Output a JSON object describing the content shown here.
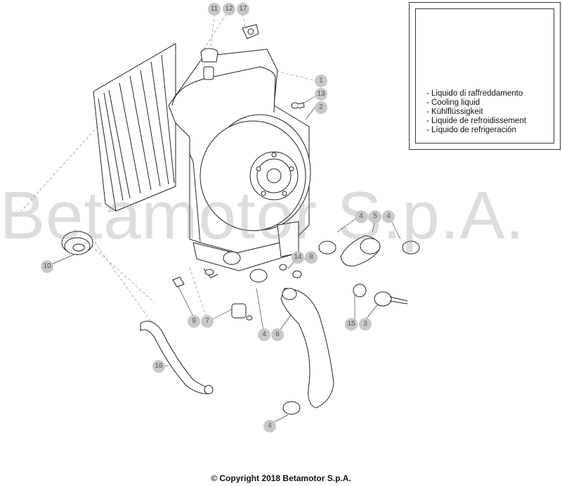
{
  "watermark": "Betamotor S.p.A.",
  "legend": {
    "items": [
      "- Liquido di raffreddamento",
      "- Cooling liquid",
      "- Kühlflüssigkeit",
      "- Liquide de refroidissement",
      "- Líquido de refrigeración"
    ]
  },
  "copyright": "© Copyright 2018 Betamotor S.p.A.",
  "callouts": [
    "11",
    "12",
    "17",
    "1",
    "13",
    "2",
    "4",
    "5",
    "4",
    "14",
    "8",
    "10",
    "9",
    "7",
    "4",
    "6",
    "15",
    "3",
    "16",
    "4"
  ]
}
